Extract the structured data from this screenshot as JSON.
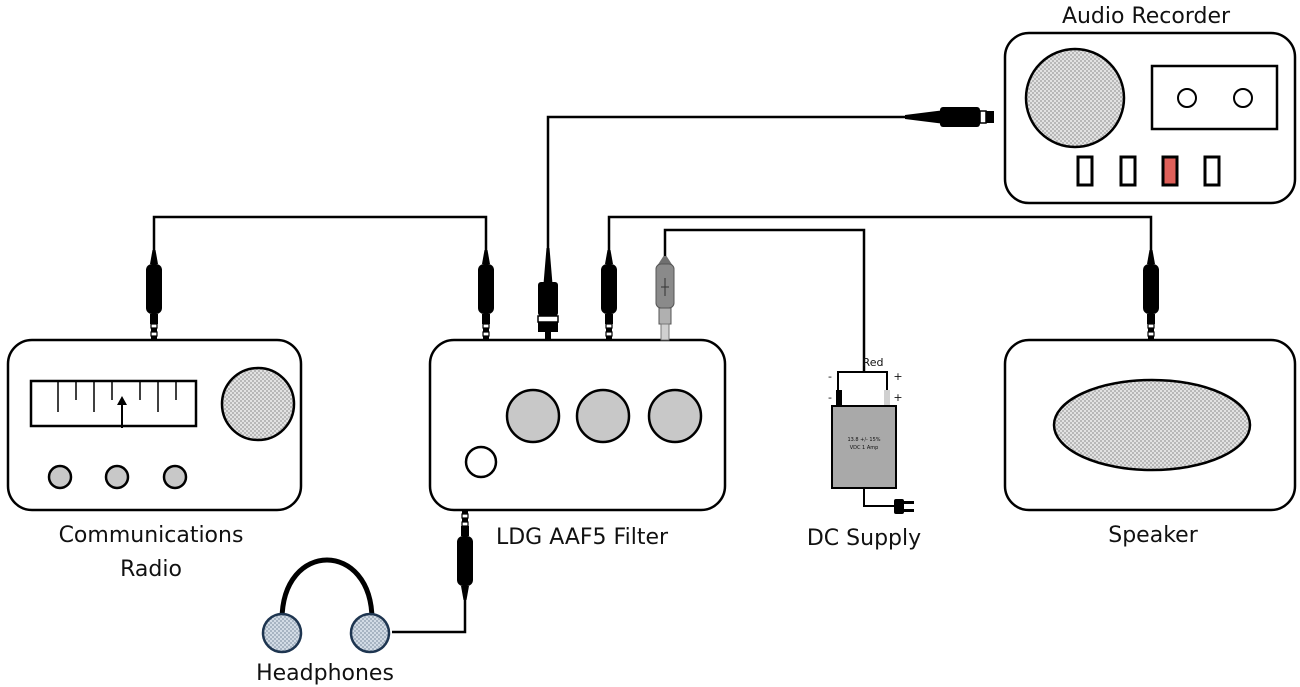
{
  "devices": {
    "audio_recorder": {
      "label": "Audio Recorder"
    },
    "radio": {
      "label_line1": "Communications",
      "label_line2": "Radio"
    },
    "filter": {
      "label": "LDG AAF5 Filter"
    },
    "dc_supply": {
      "label": "DC Supply",
      "wire_label": "Red",
      "minus": "-",
      "plus": "+",
      "box_text_line1": "13.8 +/- 15%",
      "box_text_line2": "VDC 1 Amp"
    },
    "speaker": {
      "label": "Speaker"
    },
    "headphones": {
      "label": "Headphones"
    }
  },
  "colors": {
    "line": "#000000",
    "knob": "#c8c8c8",
    "highlight_button": "#e0605a",
    "dc_box": "#a9a9a9",
    "headphone_fill": "#b9c6d4"
  }
}
